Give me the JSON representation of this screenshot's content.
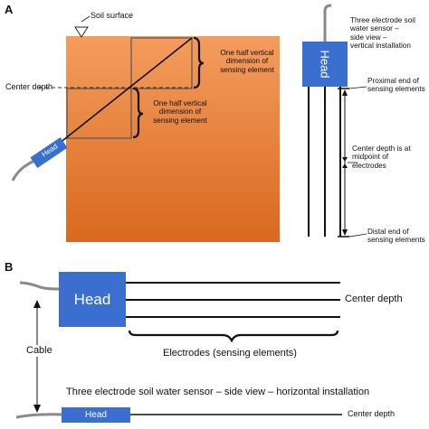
{
  "panels": {
    "a": "A",
    "b": "B"
  },
  "labels": {
    "soil_surface": "Soil surface",
    "center_depth_a": "Center depth",
    "half_upper_1": "One half vertical",
    "half_upper_2": "dimension of",
    "half_upper_3": "sensing element",
    "half_lower_1": "One half vertical",
    "half_lower_2": "dimension of",
    "half_lower_3": "sensing element",
    "head_tilted": "Head",
    "sensor_title_1": "Three electrode soil",
    "sensor_title_2": "water sensor –",
    "sensor_title_3": "side view –",
    "sensor_title_4": "vertical installation",
    "head_vertical": "Head",
    "proximal_1": "Proximal end of",
    "proximal_2": "sensing elements",
    "center_mid_1": "Center depth is at",
    "center_mid_2": "midpoint of",
    "center_mid_3": "electrodes",
    "distal_1": "Distal end of",
    "distal_2": "sensing elements",
    "head_horizontal": "Head",
    "center_depth_b": "Center depth",
    "electrodes": "Electrodes (sensing elements)",
    "cable": "Cable",
    "horizontal_title": "Three electrode soil water sensor – side view – horizontal installation",
    "head_bottom": "Head",
    "center_depth_bottom": "Center depth"
  },
  "colors": {
    "soil_top": "#f39a5a",
    "soil_bottom": "#d96a22",
    "head_blue": "#3a6fcf",
    "cable_gray": "#8a8a8a"
  }
}
